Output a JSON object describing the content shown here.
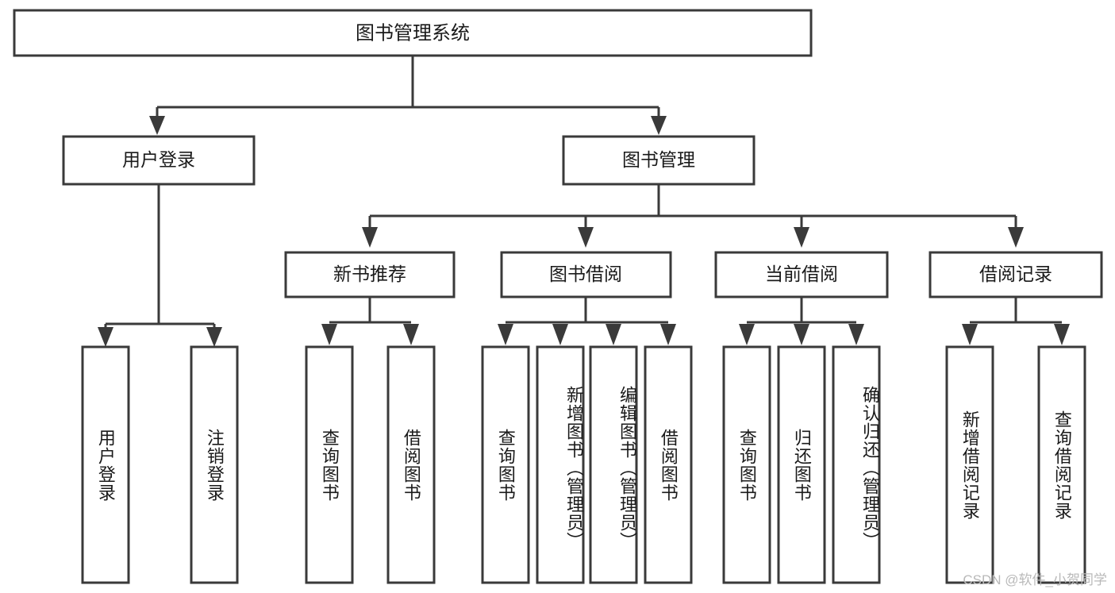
{
  "diagram": {
    "title": "图书管理系统",
    "watermark": "CSDN @软件_小贺同学",
    "colors": {
      "stroke": "#3a3a3a",
      "fill": "#ffffff",
      "text": "#1a1a1a",
      "watermark": "#b9b9b9"
    },
    "root": {
      "label": "图书管理系统"
    },
    "level1": [
      {
        "label": "用户登录"
      },
      {
        "label": "图书管理"
      }
    ],
    "level2": [
      {
        "label": "新书推荐"
      },
      {
        "label": "图书借阅"
      },
      {
        "label": "当前借阅"
      },
      {
        "label": "借阅记录"
      }
    ],
    "leaves": {
      "user_login": [
        {
          "label": "用户登录"
        },
        {
          "label": "注销登录"
        }
      ],
      "new_book": [
        {
          "label": "查询图书"
        },
        {
          "label": "借阅图书"
        }
      ],
      "book_borrow": [
        {
          "label": "查询图书"
        },
        {
          "label": "新增图书（管理员）"
        },
        {
          "label": "编辑图书（管理员）"
        },
        {
          "label": "借阅图书"
        }
      ],
      "current_borrow": [
        {
          "label": "查询图书"
        },
        {
          "label": "归还图书"
        },
        {
          "label": "确认归还（管理员）"
        }
      ],
      "borrow_record": [
        {
          "label": "新增借阅记录"
        },
        {
          "label": "查询借阅记录"
        }
      ]
    }
  }
}
